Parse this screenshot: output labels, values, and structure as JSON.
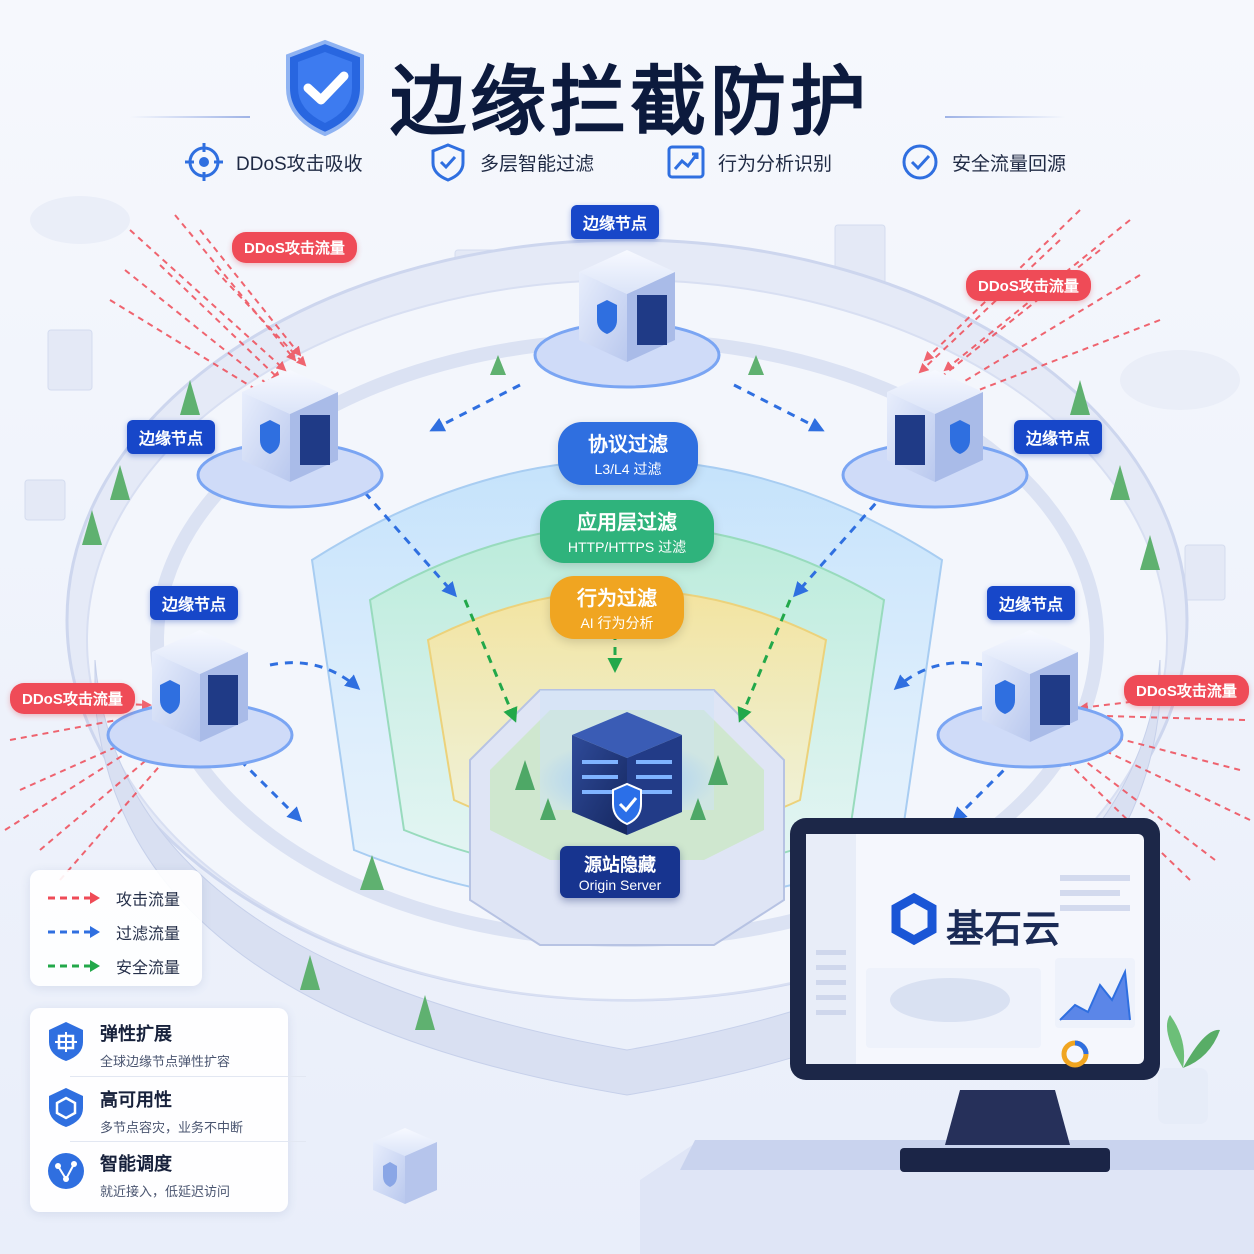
{
  "header": {
    "title": "边缘拦截防护",
    "features": [
      {
        "label": "DDoS攻击吸收",
        "icon": "target-icon"
      },
      {
        "label": "多层智能过滤",
        "icon": "shield-check-icon"
      },
      {
        "label": "行为分析识别",
        "icon": "trend-chart-icon"
      },
      {
        "label": "安全流量回源",
        "icon": "circle-check-icon"
      }
    ]
  },
  "nodes": {
    "label": "边缘节点",
    "ddos_label": "DDoS攻击流量"
  },
  "filters": [
    {
      "title": "协议过滤",
      "subtitle": "L3/L4 过滤",
      "color": "#2f6fe0"
    },
    {
      "title": "应用层过滤",
      "subtitle": "HTTP/HTTPS 过滤",
      "color": "#2fb37c"
    },
    {
      "title": "行为过滤",
      "subtitle": "AI 行为分析",
      "color": "#f0a521"
    }
  ],
  "origin": {
    "title": "源站隐藏",
    "subtitle": "Origin Server"
  },
  "legend": [
    {
      "label": "攻击流量",
      "color": "#ef4b57"
    },
    {
      "label": "过滤流量",
      "color": "#2f6fe0"
    },
    {
      "label": "安全流量",
      "color": "#22a84a"
    }
  ],
  "benefits": [
    {
      "title": "弹性扩展",
      "subtitle": "全球边缘节点弹性扩容",
      "icon": "expand-shield-icon"
    },
    {
      "title": "高可用性",
      "subtitle": "多节点容灾，业务不中断",
      "icon": "hexagon-shield-icon"
    },
    {
      "title": "智能调度",
      "subtitle": "就近接入，低延迟访问",
      "icon": "network-route-icon"
    }
  ],
  "brand": {
    "name": "基石云"
  },
  "colors": {
    "primary": "#1747c9",
    "attack": "#ef4b57",
    "safe": "#22a84a",
    "warn": "#f0a521"
  }
}
